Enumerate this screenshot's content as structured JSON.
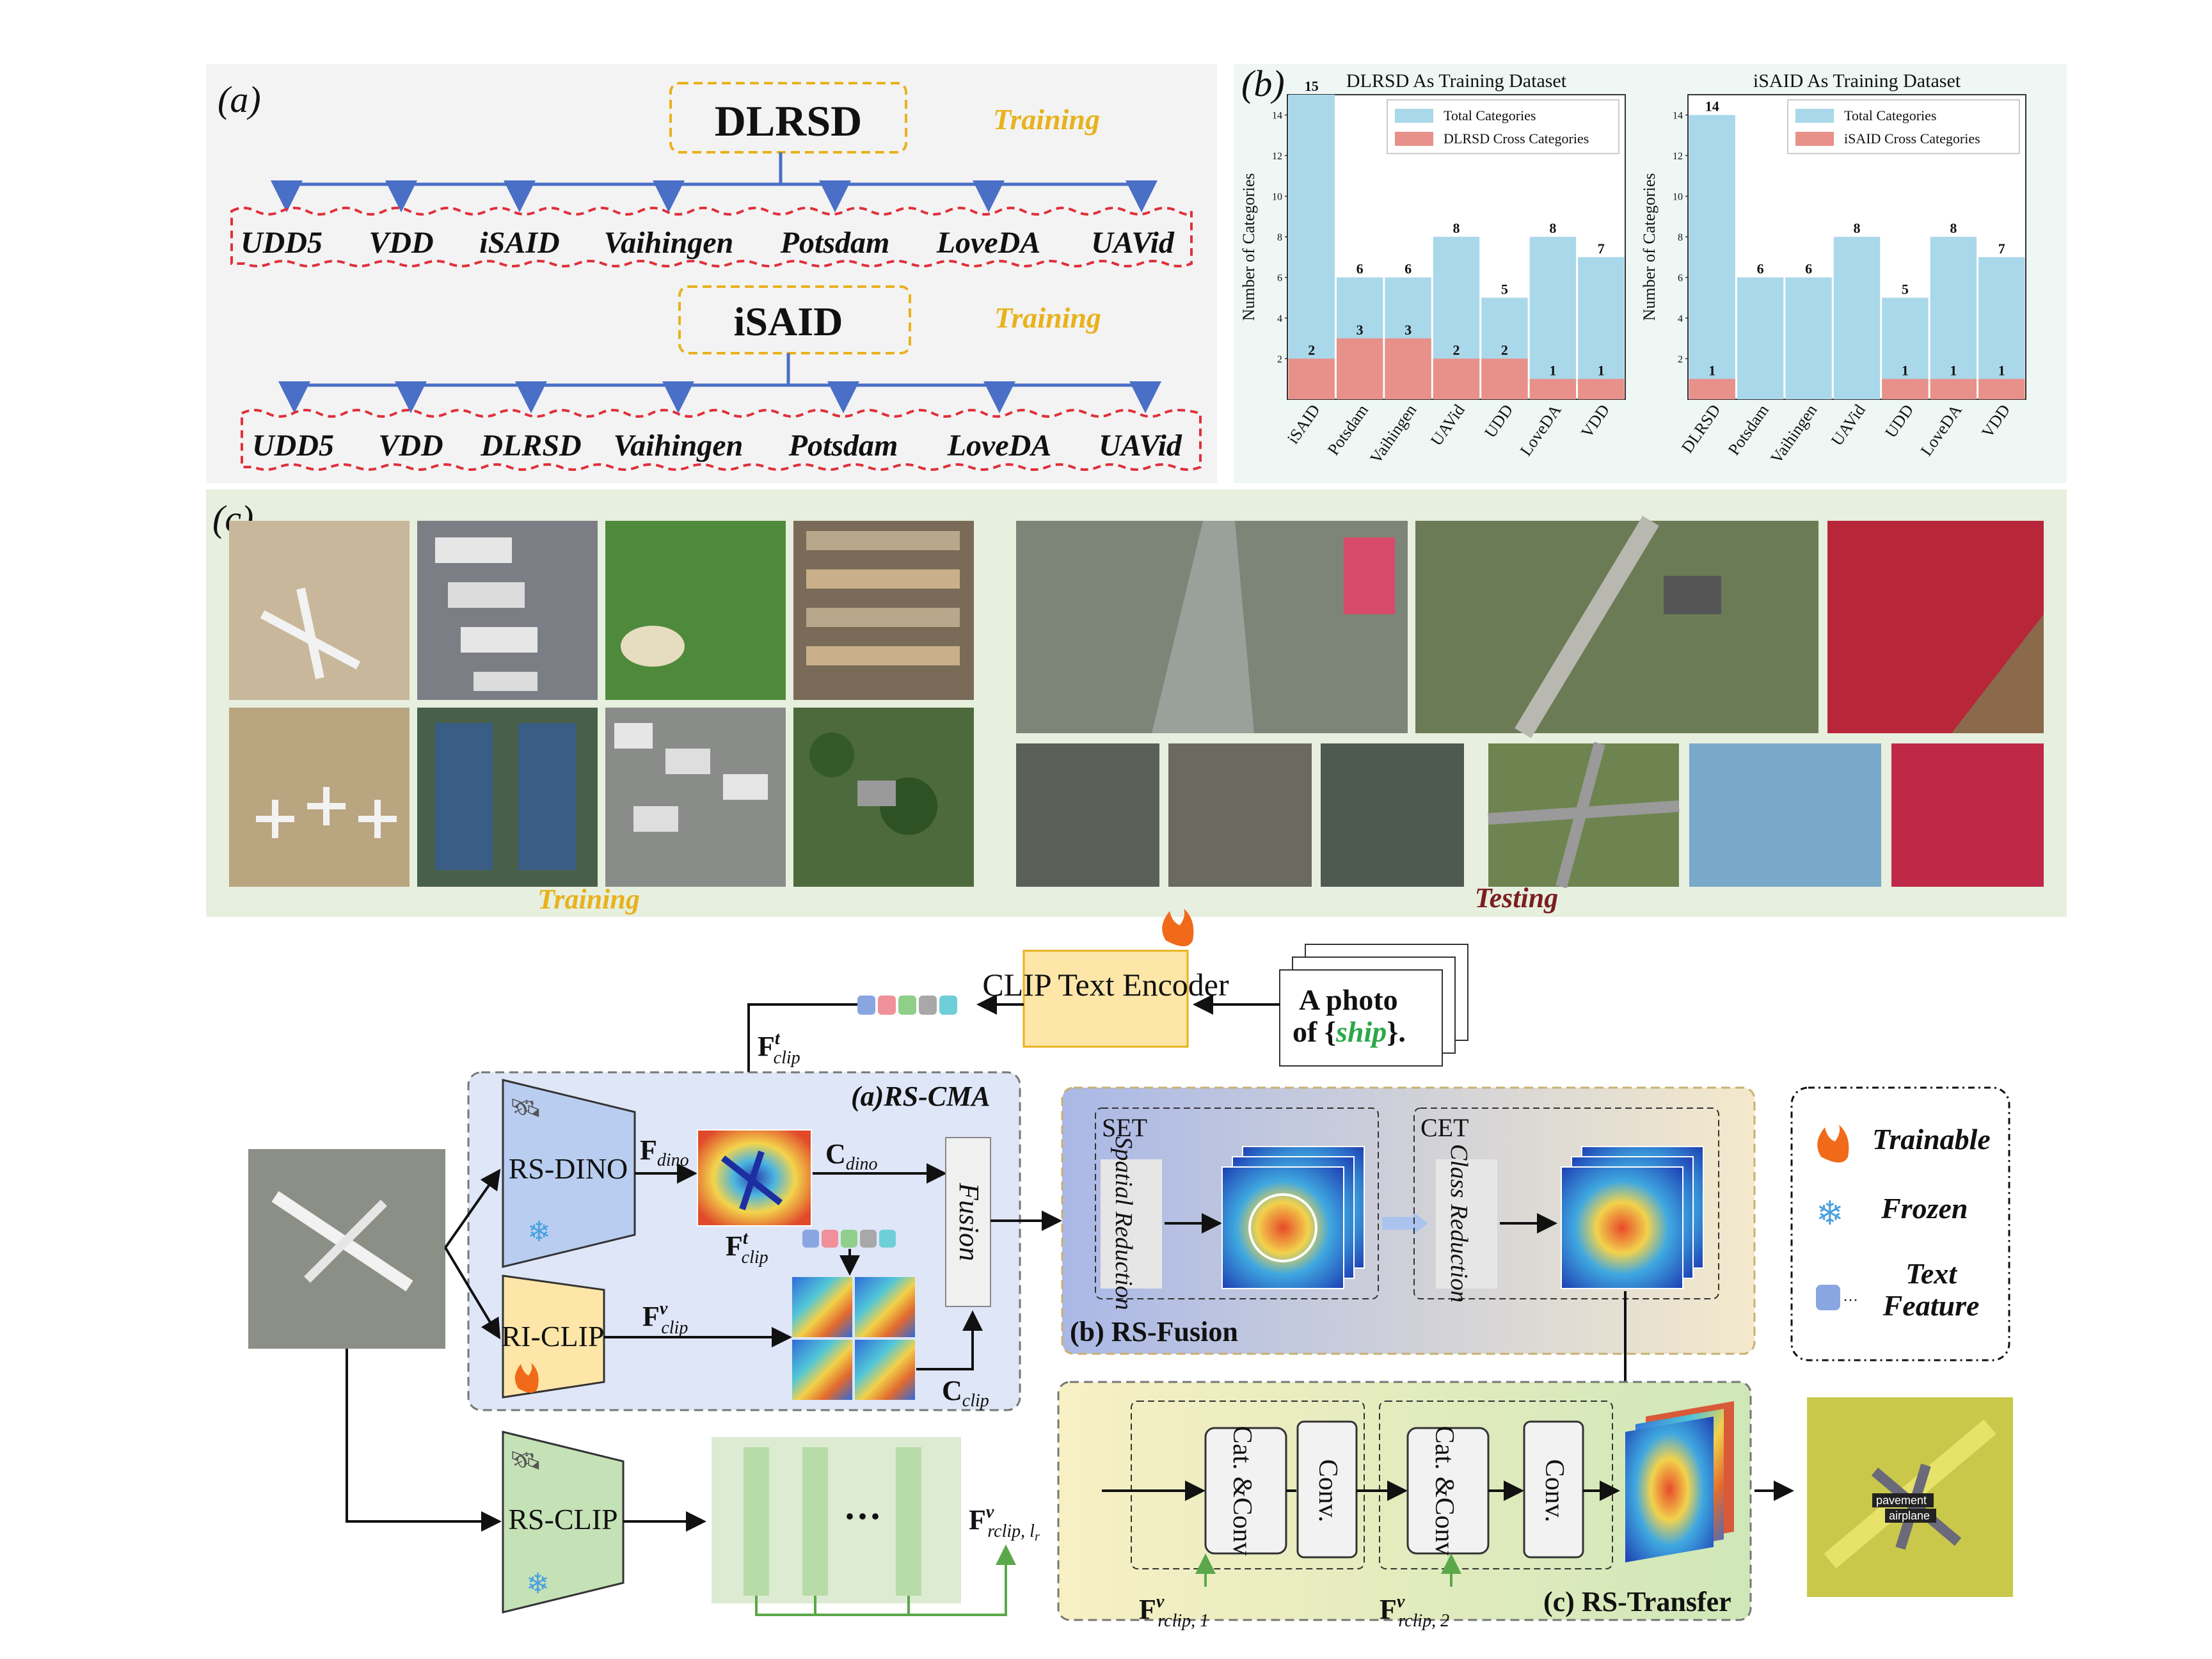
{
  "panel_a": {
    "label": "(a)",
    "tree1": {
      "root": "DLRSD",
      "tag": "Training",
      "children": [
        "UDD5",
        "VDD",
        "iSAID",
        "Vaihingen",
        "Potsdam",
        "LoveDA",
        "UAVid"
      ]
    },
    "tree2": {
      "root": "iSAID",
      "tag": "Training",
      "children": [
        "UDD5",
        "VDD",
        "DLRSD",
        "Vaihingen",
        "Potsdam",
        "LoveDA",
        "UAVid"
      ]
    }
  },
  "panel_b_label": "(b)",
  "chart_data": [
    {
      "type": "bar",
      "title": "DLRSD As Training Dataset",
      "ylabel": "Number of Categories",
      "categories": [
        "iSAID",
        "Potsdam",
        "Vaihingen",
        "UAVid",
        "UDD",
        "LoveDA",
        "VDD"
      ],
      "ylim": [
        0,
        15
      ],
      "series": [
        {
          "name": "Total Categories",
          "color": "#a9d8ea",
          "values": [
            15,
            6,
            6,
            8,
            5,
            8,
            7
          ]
        },
        {
          "name": "DLRSD Cross Categories",
          "color": "#e8908a",
          "values": [
            2,
            3,
            3,
            2,
            2,
            1,
            1
          ]
        }
      ],
      "legend": "top-right",
      "yticks": [
        "2",
        "4",
        "6",
        "8",
        "10",
        "12",
        "14"
      ]
    },
    {
      "type": "bar",
      "title": "iSAID As Training Dataset",
      "ylabel": "Number of Categories",
      "categories": [
        "DLRSD",
        "Potsdam",
        "Vaihingen",
        "UAVid",
        "UDD",
        "LoveDA",
        "VDD"
      ],
      "ylim": [
        0,
        15
      ],
      "series": [
        {
          "name": "Total Categories",
          "color": "#a9d8ea",
          "values": [
            14,
            6,
            6,
            8,
            5,
            8,
            7
          ]
        },
        {
          "name": "iSAID Cross Categories",
          "color": "#e8908a",
          "values": [
            1,
            0,
            0,
            0,
            1,
            1,
            1
          ]
        }
      ],
      "total_labels": [
        "14",
        "6",
        "6",
        "8",
        "5",
        "8",
        "7"
      ],
      "cross_labels": [
        "1",
        "",
        "",
        "",
        "1",
        "1",
        "1"
      ],
      "legend": "top-right",
      "yticks": [
        "2",
        "4",
        "6",
        "8",
        "10",
        "12",
        "14"
      ]
    }
  ],
  "panel_c": {
    "label": "(c)",
    "training_label": "Training",
    "testing_label": "Testing"
  },
  "pipeline": {
    "clip_text_encoder": "CLIP Text Encoder",
    "prompt_line1": "A photo",
    "prompt_line2_pre": "of {",
    "prompt_word": "ship",
    "prompt_line2_post": "}.",
    "rs_cma_title": "(a)RS-CMA",
    "rs_dino": "RS-DINO",
    "ri_clip": "RI-CLIP",
    "rs_clip": "RS-CLIP",
    "fusion": "Fusion",
    "rs_fusion_title": "(b) RS-Fusion",
    "set": "SET",
    "cet": "CET",
    "spatial_reduction": "Spatial Reduction",
    "class_reduction": "Class Reduction",
    "rs_transfer_title": "(c) RS-Transfer",
    "cat_conv": "Cat. &Conv",
    "conv": "Conv.",
    "ellipsis": "···",
    "legend_trainable": "Trainable",
    "legend_frozen": "Frozen",
    "legend_text_feature_1": "Text",
    "legend_text_feature_2": "Feature",
    "output_label_1": "pavement",
    "output_label_2": "airplane",
    "symbols": {
      "F_clip_t": "F",
      "sup_t": "t",
      "sub_clip": "clip",
      "F_dino": "F",
      "sub_dino": "dino",
      "C_dino": "C",
      "C_clip": "C",
      "sup_v": "v",
      "sub_rclip_lr": "rclip, l",
      "sub_r": "r",
      "sub_rclip_1": "rclip, 1",
      "sub_rclip_2": "rclip, 2"
    }
  }
}
